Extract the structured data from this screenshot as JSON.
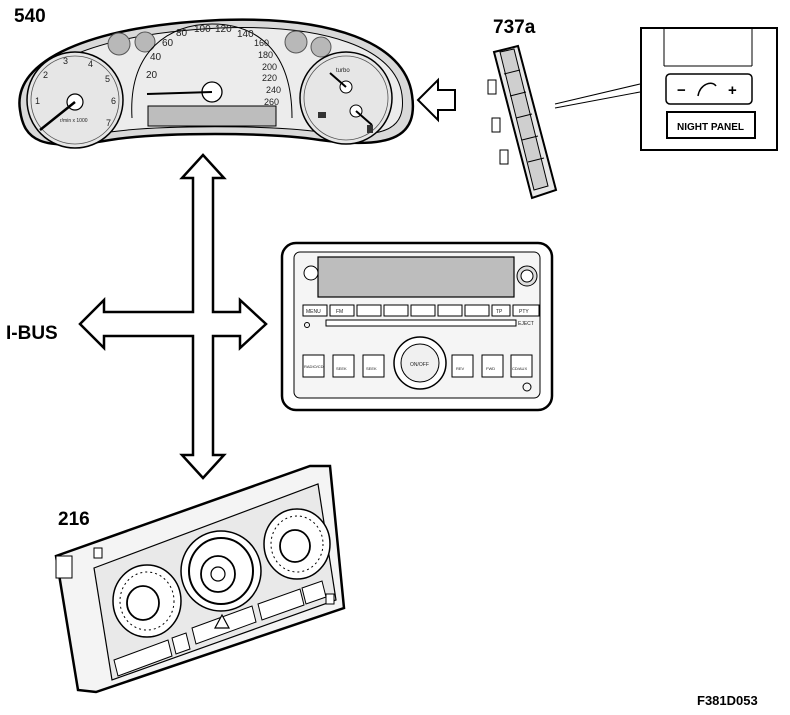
{
  "labels": {
    "cluster": "540",
    "switch": "737a",
    "radio": "",
    "climate": "216",
    "bus": "I-BUS",
    "figure_id": "F381D053"
  },
  "cluster": {
    "speed_ticks": [
      "20",
      "40",
      "60",
      "80",
      "100",
      "120",
      "140",
      "160",
      "180",
      "200",
      "220",
      "240",
      "260"
    ],
    "rpm_ticks": [
      "1",
      "2",
      "3",
      "4",
      "5",
      "6",
      "7"
    ],
    "rpm_unit": "r/min x 1000",
    "turbo_label": "turbo"
  },
  "switch_detail": {
    "minus": "−",
    "plus": "+",
    "night_panel": "NIGHT PANEL"
  },
  "radio": {
    "row1": [
      "MENU",
      "FM",
      "",
      "",
      "",
      "",
      "",
      "",
      "TP",
      "PTY"
    ],
    "eject": "EJECT",
    "row2_left": [
      "RADIO/CD",
      "SEEK",
      "SEEK"
    ],
    "row2_right": [
      "REV",
      "FWD",
      "CD/AUX"
    ],
    "knob": "ON/OFF"
  }
}
